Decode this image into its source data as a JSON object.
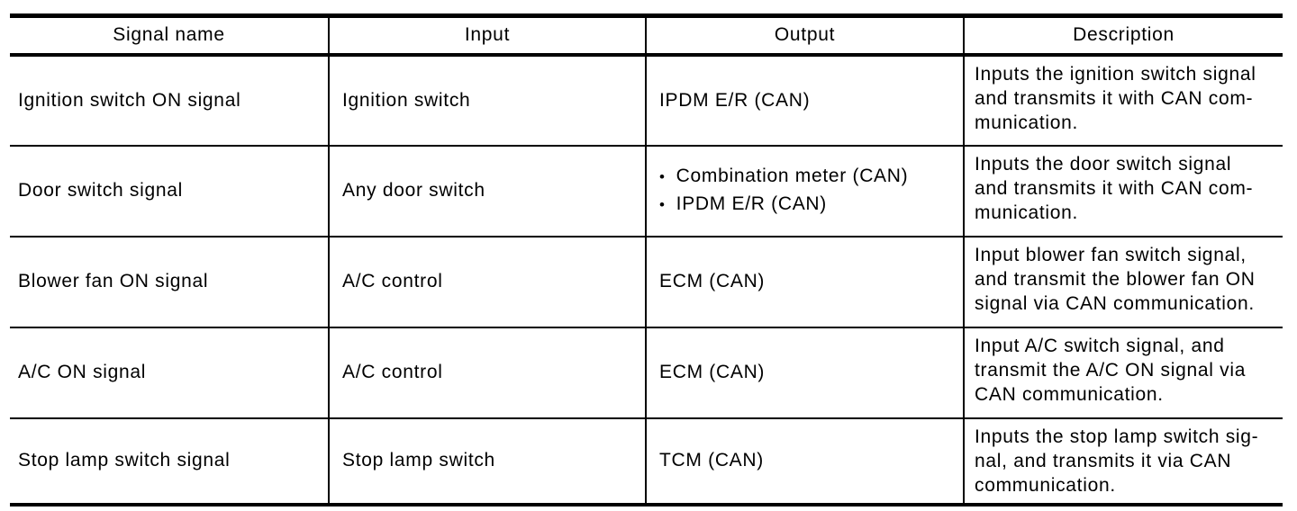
{
  "table": {
    "bullet": "•",
    "columns": [
      "Signal name",
      "Input",
      "Output",
      "Description"
    ],
    "rows": [
      {
        "signal": "Ignition switch ON signal",
        "input": "Ignition switch",
        "output": "IPDM E/R (CAN)",
        "description": "Inputs the ignition switch signal\nand transmits it with CAN com-\nmunication."
      },
      {
        "signal": "Door switch signal",
        "input": "Any door switch",
        "output_list": [
          "Combination meter (CAN)",
          "IPDM E/R (CAN)"
        ],
        "description": "Inputs the door switch signal\nand transmits it with CAN com-\nmunication."
      },
      {
        "signal": "Blower fan ON signal",
        "input": "A/C control",
        "output": "ECM (CAN)",
        "description": "Input blower fan switch signal,\nand transmit the blower fan ON\nsignal via CAN communication."
      },
      {
        "signal": "A/C ON signal",
        "input": "A/C control",
        "output": "ECM (CAN)",
        "description": "Input A/C switch signal, and\ntransmit the A/C ON signal via\nCAN communication."
      },
      {
        "signal": "Stop lamp switch signal",
        "input": "Stop lamp switch",
        "output": "TCM (CAN)",
        "description": "Inputs the stop lamp switch sig-\nnal, and transmits it via CAN\ncommunication."
      }
    ]
  }
}
